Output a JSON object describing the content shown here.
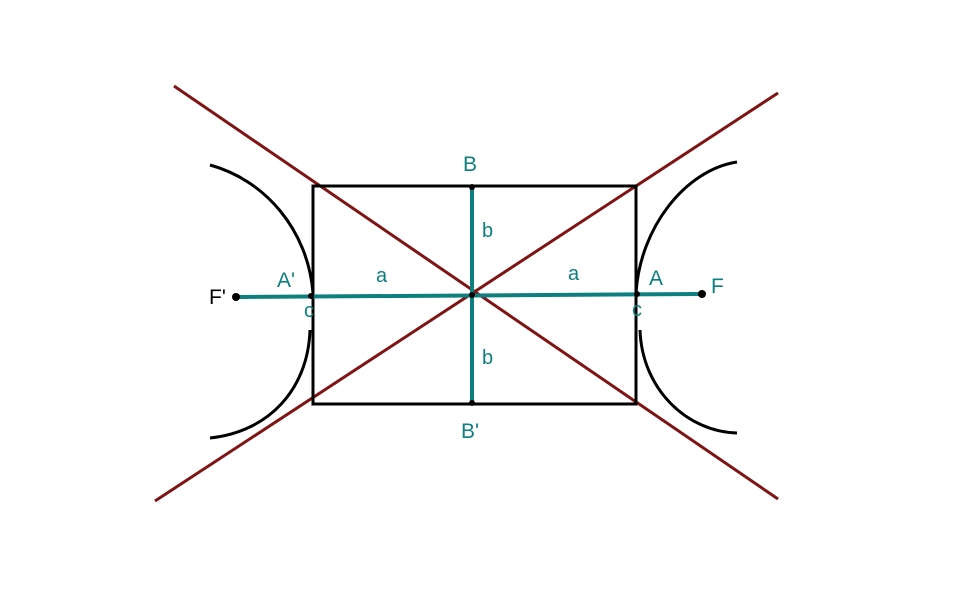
{
  "labels": {
    "B": "B",
    "B_prime": "B'",
    "A": "A",
    "A_prime": "A'",
    "F": "F",
    "F_prime": "F'",
    "a_left": "a",
    "a_right": "a",
    "b_top": "b",
    "b_bottom": "b",
    "c_left": "c",
    "c_right": "c"
  },
  "colors": {
    "teal": "#0d7f7f",
    "asymptote": "#7f1414",
    "black": "#000000"
  }
}
